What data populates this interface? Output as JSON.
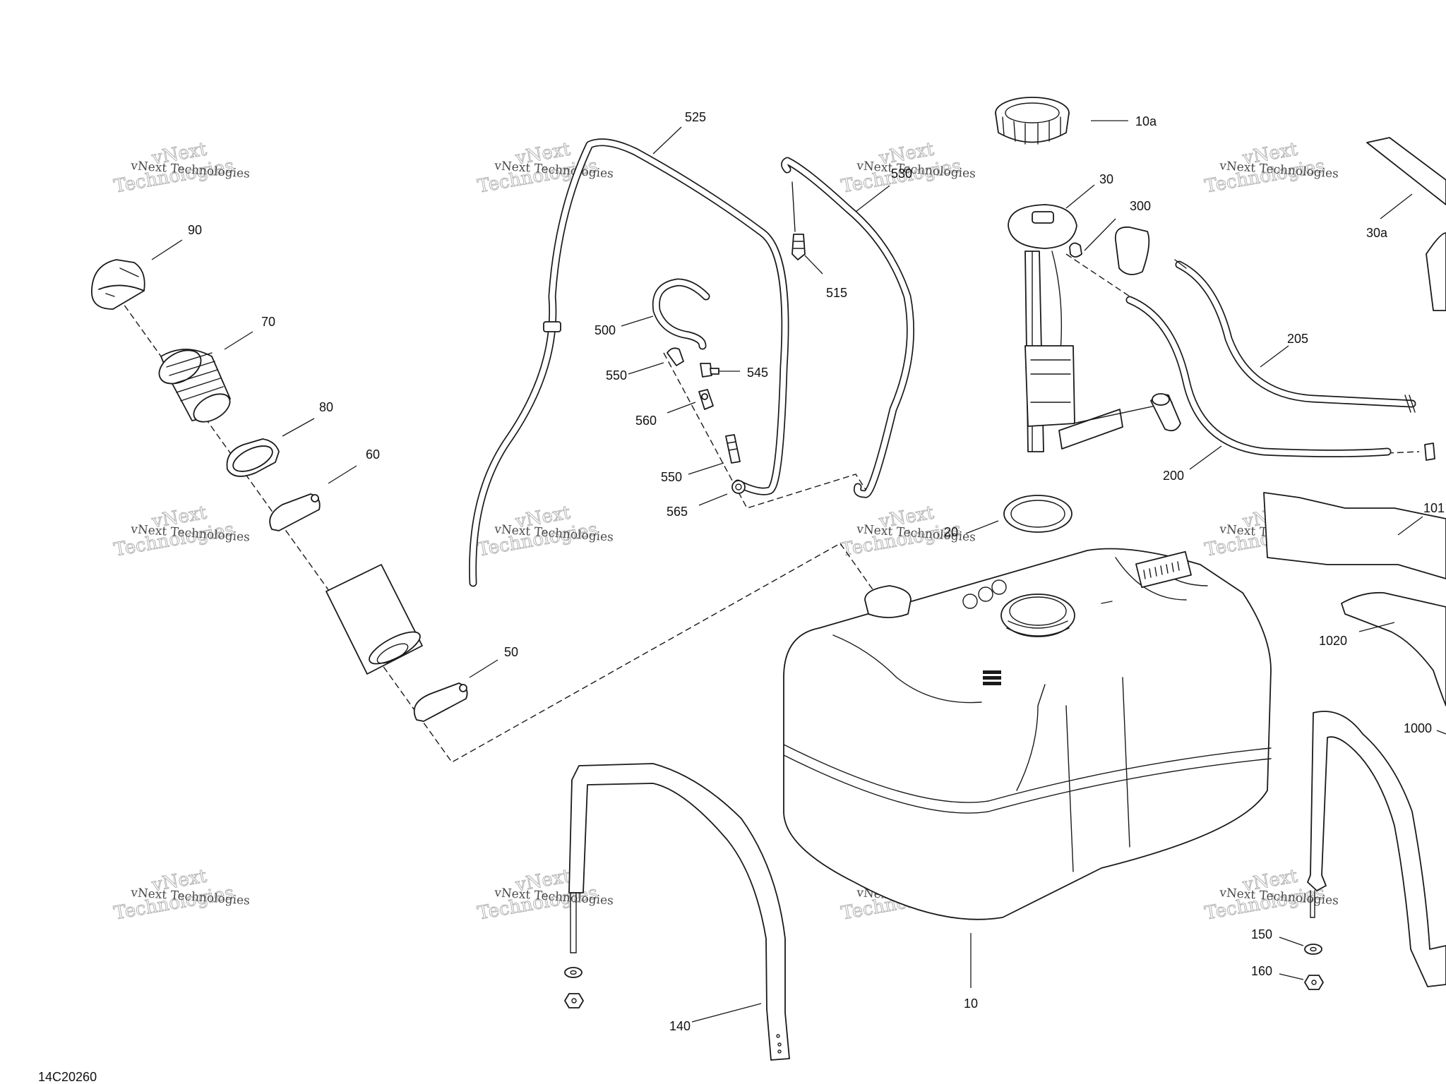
{
  "figure_code": "14C20260",
  "watermark": {
    "line_small": "vNext Technologies",
    "line_logo_top": "vNext",
    "line_logo_bottom": "Technologies"
  },
  "callouts": [
    "90",
    "70",
    "80",
    "60",
    "50",
    "525",
    "500",
    "550",
    "545",
    "560",
    "550",
    "565",
    "515",
    "530",
    "10a",
    "30",
    "300",
    "30a",
    "205",
    "200",
    "20",
    "101",
    "1020",
    "1000",
    "150",
    "160",
    "10",
    "140"
  ]
}
